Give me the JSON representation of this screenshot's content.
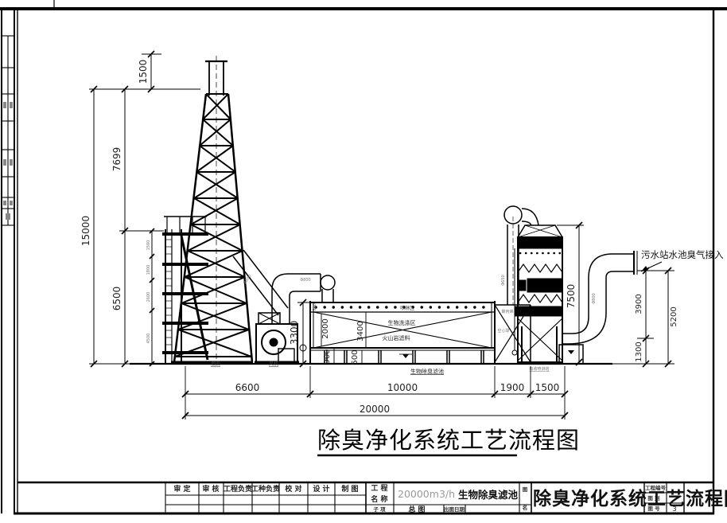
{
  "sheet": {
    "caption": "除臭净化系统工艺流程图",
    "odor_inlet_note": "污水站水池臭气接入"
  },
  "dims": {
    "stack_tip": "1500",
    "stack_upper": "7699",
    "stack_total": "15000",
    "platform_height": "6500",
    "ladder": [
      "1500",
      "1800",
      "2600",
      "4500"
    ],
    "fan_duct_height": "3300",
    "tank_top": "500",
    "tank_upper": "2000",
    "tank_depth": "3400",
    "tank_base": "900",
    "tank_sump": "500",
    "duct_dia_fan": "Φ800",
    "duct_dia_stack": "Φ800",
    "duct_dia_outlet": "Φ800",
    "duct_dia_inlet": "Φ650",
    "scrubber_height": "7500",
    "outlet_height": "3900",
    "outlet_base": "1300",
    "outlet_total": "5200",
    "span_stack": "6600",
    "span_tank": "10000",
    "span_packing": "1900",
    "span_scrubber": "1500",
    "span_total": "20000"
  },
  "labels": {
    "spray_zone": "喷淋区",
    "bio_zone": "生物洗涤区",
    "media": "火山岩滤料",
    "tank_name": "生物除臭滤池",
    "packing_1": "聚丙烯",
    "packing_2": "空心球",
    "scrubber_name": "吸收喷淋塔",
    "fan_name": "风机",
    "stack_name": "烟囱"
  },
  "titleblock": {
    "col_1": "审 定",
    "col_2": "审 核",
    "col_3": "工程负责",
    "col_4": "工种负责",
    "col_5": "校 对",
    "col_6": "设 计",
    "col_7": "制 图",
    "project_label_1": "工 程",
    "project_label_2": "名 称",
    "subitem_label": "子 项",
    "project_value_prefix": "20000m3/h",
    "project_value": "生物除臭滤池",
    "subitem_value": "总 图",
    "date_label": "出图日期",
    "fig_label_1": "图",
    "fig_label_2": "名",
    "big_title": "除臭净化系统工艺流程图",
    "no_label_1": "工程编号",
    "no_label_2": "图 别",
    "no_label_3": "图 号",
    "no_value_3": "3"
  }
}
